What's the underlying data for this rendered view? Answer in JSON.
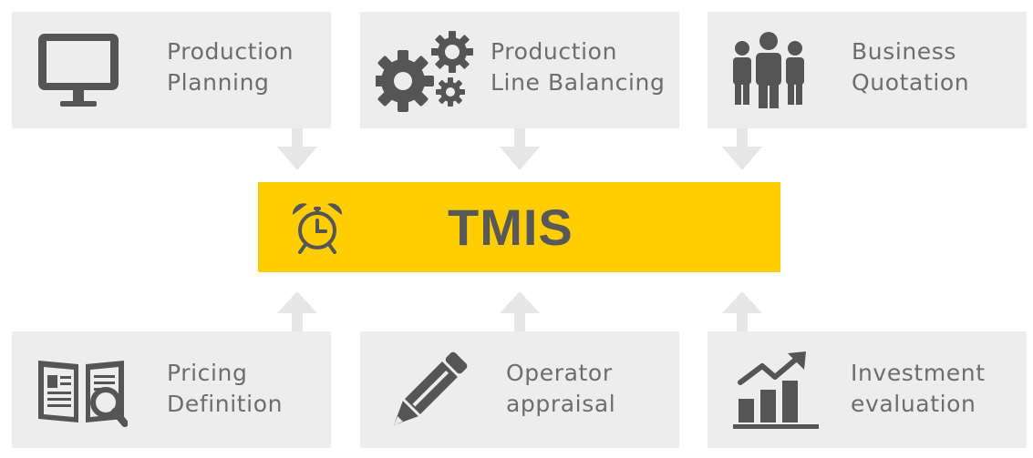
{
  "center": {
    "title": "TMIS",
    "icon": "alarm-clock-icon"
  },
  "inputs": [
    {
      "line1": "Production",
      "line2": "Planning",
      "icon": "monitor-icon"
    },
    {
      "line1": "Production",
      "line2": "Line Balancing",
      "icon": "gears-icon"
    },
    {
      "line1": "Business",
      "line2": "Quotation",
      "icon": "people-group-icon"
    }
  ],
  "outputs": [
    {
      "line1": "Pricing",
      "line2": "Definition",
      "icon": "book-magnifier-icon"
    },
    {
      "line1": "Operator",
      "line2": "appraisal",
      "icon": "pencil-icon"
    },
    {
      "line1": "Investment",
      "line2": "evaluation",
      "icon": "growth-chart-icon"
    }
  ],
  "colors": {
    "box_background": "#ededed",
    "center_background": "#ffcd00",
    "text": "#6d6d6d",
    "icon": "#555555",
    "title": "#585858",
    "arrow": "#e6e6e6"
  }
}
